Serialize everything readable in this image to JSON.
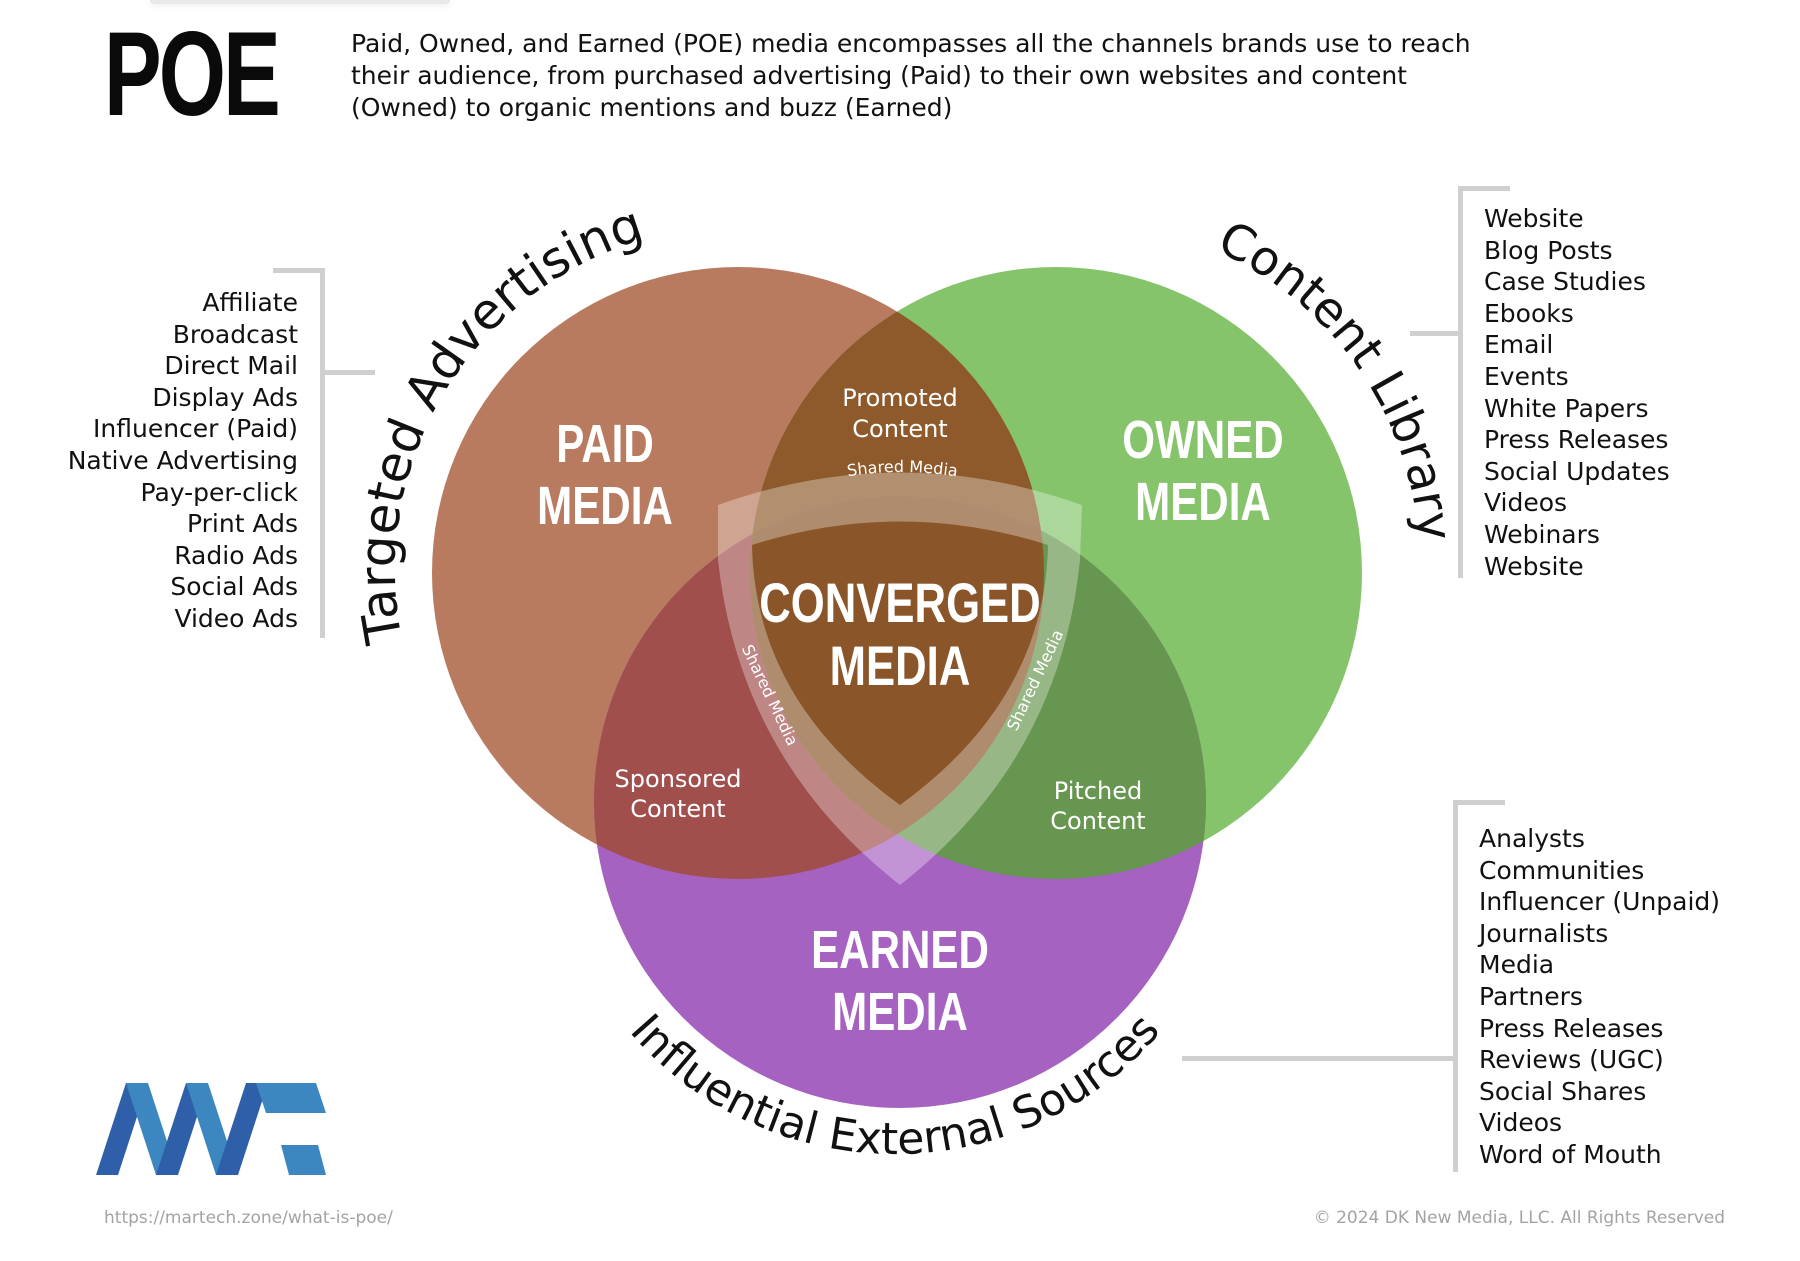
{
  "header": {
    "title": "POE",
    "intro_lines": [
      "Paid, Owned, and Earned (POE) media encompasses all the channels brands use to reach",
      "their audience, from purchased advertising (Paid) to their own websites and content",
      "(Owned) to organic mentions and buzz (Earned)"
    ]
  },
  "diagram": {
    "circles": {
      "paid": {
        "label_lines": [
          "PAID",
          "MEDIA"
        ],
        "color": "#b97b5f",
        "arc_label": "Targeted Advertising"
      },
      "owned": {
        "label_lines": [
          "OWNED",
          "MEDIA"
        ],
        "color": "#85c46a",
        "arc_label": "Content Library"
      },
      "earned": {
        "label_lines": [
          "EARNED",
          "MEDIA"
        ],
        "color": "#a562c1",
        "arc_label": "Influential External Sources"
      }
    },
    "overlaps": {
      "paid_owned": {
        "label_lines": [
          "Promoted",
          "Content"
        ],
        "color": "#8e5a2c"
      },
      "paid_earned": {
        "label_lines": [
          "Sponsored",
          "Content"
        ],
        "color": "#a04f4d"
      },
      "owned_earned": {
        "label_lines": [
          "Pitched",
          "Content"
        ],
        "color": "#66964f"
      },
      "center": {
        "label_lines": [
          "CONVERGED",
          "MEDIA"
        ],
        "color": "#8a5629"
      }
    },
    "shared_band_label": "Shared Media"
  },
  "lists": {
    "paid": [
      "Affiliate",
      "Broadcast",
      "Direct Mail",
      "Display Ads",
      "Influencer (Paid)",
      "Native Advertising",
      "Pay-per-click",
      "Print Ads",
      "Radio Ads",
      "Social Ads",
      "Video Ads"
    ],
    "owned": [
      "Website",
      "Blog Posts",
      "Case Studies",
      "Ebooks",
      "Email",
      "Events",
      "White Papers",
      "Press Releases",
      "Social Updates",
      "Videos",
      "Webinars",
      "Website"
    ],
    "earned": [
      "Analysts",
      "Communities",
      "Influencer (Unpaid)",
      "Journalists",
      "Media",
      "Partners",
      "Press Releases",
      "Reviews (UGC)",
      "Social Shares",
      "Videos",
      "Word of Mouth"
    ]
  },
  "footer": {
    "url": "https://martech.zone/what-is-poe/",
    "copyright": "© 2024 DK New Media, LLC. All Rights Reserved"
  },
  "logo": {
    "name": "MTZ logo",
    "colors": [
      "#2f5fa8",
      "#3c87c0"
    ]
  }
}
